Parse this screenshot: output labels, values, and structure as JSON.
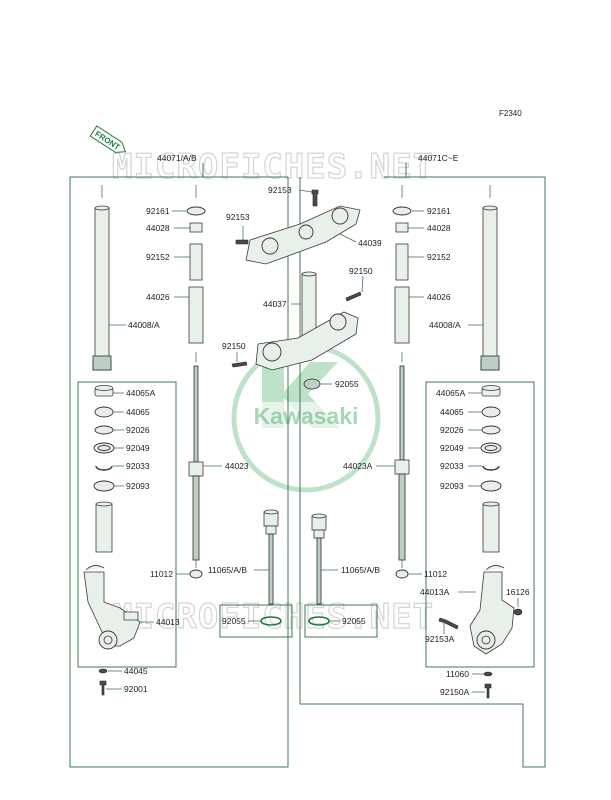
{
  "figure_code": "F2340",
  "front_label": "FRONT",
  "watermark_text": "MICROFICHES.NET",
  "logo_text": "Kawasaki",
  "colors": {
    "line": "#3c7a50",
    "seal": "#1e7a3c",
    "logo": "#6fbf85",
    "watermark": "#d4d4d4"
  },
  "labels": {
    "l44071ab": "44071/A/B",
    "l44071ce": "44071C~E",
    "l92153_top": "92153",
    "l92153_left": "92153",
    "l44039": "44039",
    "l92150_top": "92150",
    "l44037": "44037",
    "l92150_left": "92150",
    "l92055_center": "92055",
    "L92161": "92161",
    "L44028": "44028",
    "L92152": "92152",
    "L44026": "44026",
    "L44008A": "44008/A",
    "L44065A": "44065A",
    "L44065": "44065",
    "L92026": "92026",
    "L92049": "92049",
    "L92033": "92033",
    "L92093": "92093",
    "L44023": "44023",
    "L11012": "11012",
    "L11065": "11065/A/B",
    "L92055": "92055",
    "L44013": "44013",
    "L44045": "44045",
    "L92001": "92001",
    "R92161": "92161",
    "R44028": "44028",
    "R92152": "92152",
    "R44026": "44026",
    "R44008A": "44008/A",
    "R44065A": "44065A",
    "R44065": "44065",
    "R92026": "92026",
    "R92049": "92049",
    "R92033": "92033",
    "R92093": "92093",
    "R44023A": "44023A",
    "R11012": "11012",
    "R11065": "11065/A/B",
    "R92055": "92055",
    "R44013A": "44013A",
    "R16126": "16126",
    "R92153A": "92153A",
    "R11060": "11060",
    "R92150A": "92150A"
  }
}
